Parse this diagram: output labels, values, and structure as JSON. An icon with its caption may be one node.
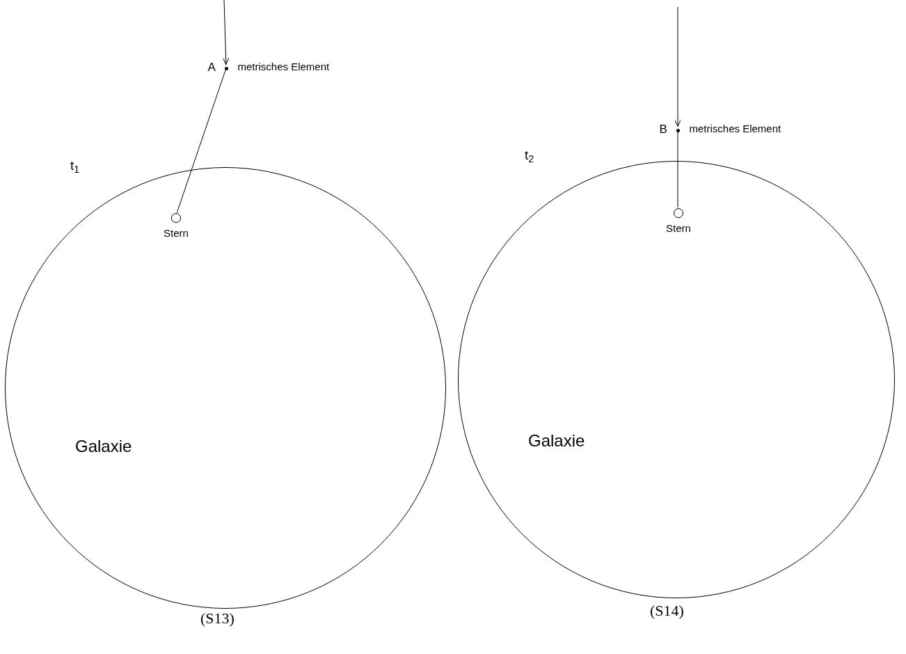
{
  "diagram": {
    "nodes": [
      {
        "text": [
          "Galaxie"
        ]
      },
      {
        "text": [],
        "shape": "circle",
        "beside": [
          "A",
          "metrisches Element"
        ]
      },
      {
        "text": [],
        "shape": "circle",
        "in": 0,
        "beside": [
          "Stern"
        ]
      },
      {
        "text": [
          "Galaxie"
        ]
      },
      {
        "text": [],
        "shape": "circle",
        "beside": [
          "B",
          "metrisches Element"
        ]
      },
      {
        "text": [],
        "shape": "circle",
        "in": 3,
        "beside": [
          "Stern"
        ]
      }
    ],
    "edges": [
      {
        "from": null,
        "to": 1,
        "arrow": "to"
      },
      {
        "from": 1,
        "to": 2,
        "arrow": "none"
      },
      {
        "from": null,
        "to": 4,
        "arrow": "to"
      },
      {
        "from": 4,
        "to": 5,
        "arrow": "none"
      }
    ],
    "labels": [
      "t$_{1}$",
      "t$_{2}$",
      "(S13)",
      "(S14)"
    ]
  }
}
